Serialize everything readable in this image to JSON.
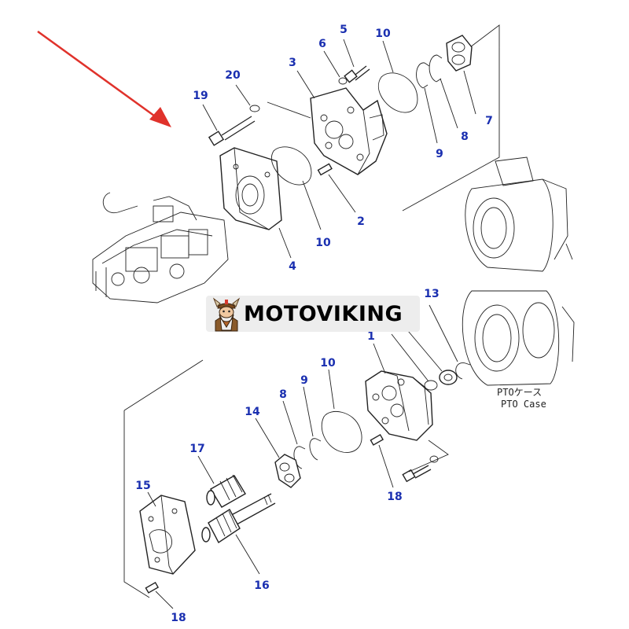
{
  "brand": {
    "name": "MOTOVIKING",
    "accent_color": "#d93a2e"
  },
  "callout_color": "#1a2fb0",
  "arrow_color": "#e0322b",
  "labels": {
    "n1": "1",
    "n2": "2",
    "n3": "3",
    "n4": "4",
    "n5": "5",
    "n6": "6",
    "n7": "7",
    "n8a": "8",
    "n8b": "8",
    "n9a": "9",
    "n9b": "9",
    "n10a": "10",
    "n10b": "10",
    "n10c": "10",
    "n13": "13",
    "n14": "14",
    "n15": "15",
    "n16": "16",
    "n17": "17",
    "n18a": "18",
    "n18b": "18",
    "n19": "19",
    "n20": "20"
  },
  "pto_case": {
    "line1": "PTOケース",
    "line2": "PTO Case"
  }
}
